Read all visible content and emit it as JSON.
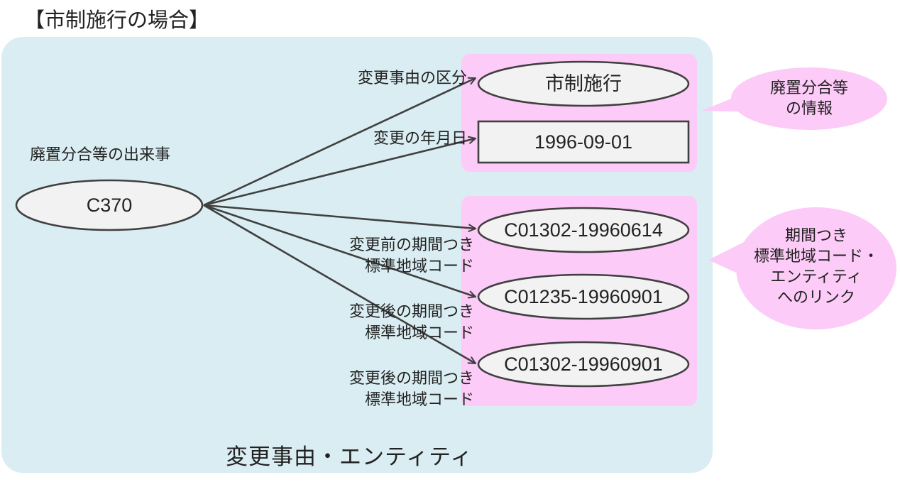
{
  "title": "【市制施行の場合】",
  "panel_label": "変更事由・エンティティ",
  "event_note": "廃置分合等の出来事",
  "nodes": {
    "event": "C370",
    "reason": "市制施行",
    "date": "1996-09-01",
    "entity_before": "C01302-19960614",
    "entity_after_1": "C01235-19960901",
    "entity_after_2": "C01302-19960901"
  },
  "edge_labels": {
    "reason": "変更事由の区分",
    "date": "変更の年月日",
    "before_line1": "変更前の期間つき",
    "before_line2": "標準地域コード",
    "after1_line1": "変更後の期間つき",
    "after1_line2": "標準地域コード",
    "after2_line1": "変更後の期間つき",
    "after2_line2": "標準地域コード"
  },
  "callouts": {
    "info": "廃置分合等\nの情報",
    "link": "期間つき\n標準地域コード・\nエンティティ\nへのリンク"
  },
  "colors": {
    "panel": "#daedf2",
    "group": "#fccbf7",
    "node_fill": "#f2f2f2",
    "node_stroke": "#404040",
    "edge": "#404040"
  }
}
